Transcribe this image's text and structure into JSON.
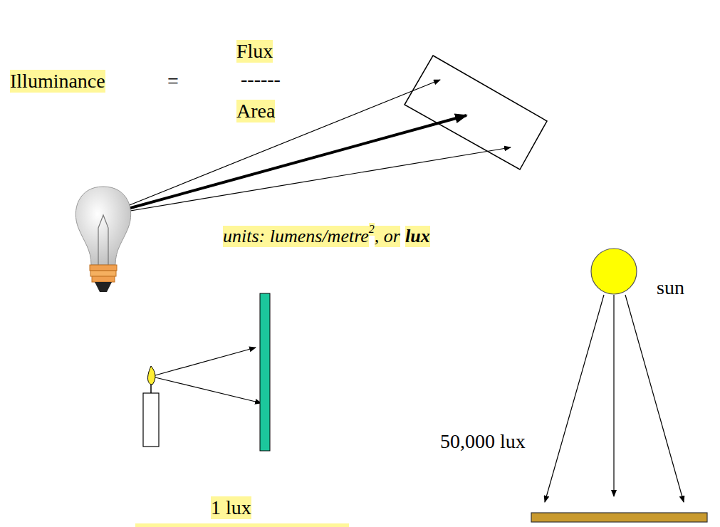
{
  "diagram": {
    "labels": [
      "Illuminance",
      "=",
      "Flux",
      "------",
      "Area",
      "units: lumens/metre",
      "2",
      ", or",
      "lux",
      "sun",
      "50,000 lux",
      "1 lux"
    ]
  }
}
